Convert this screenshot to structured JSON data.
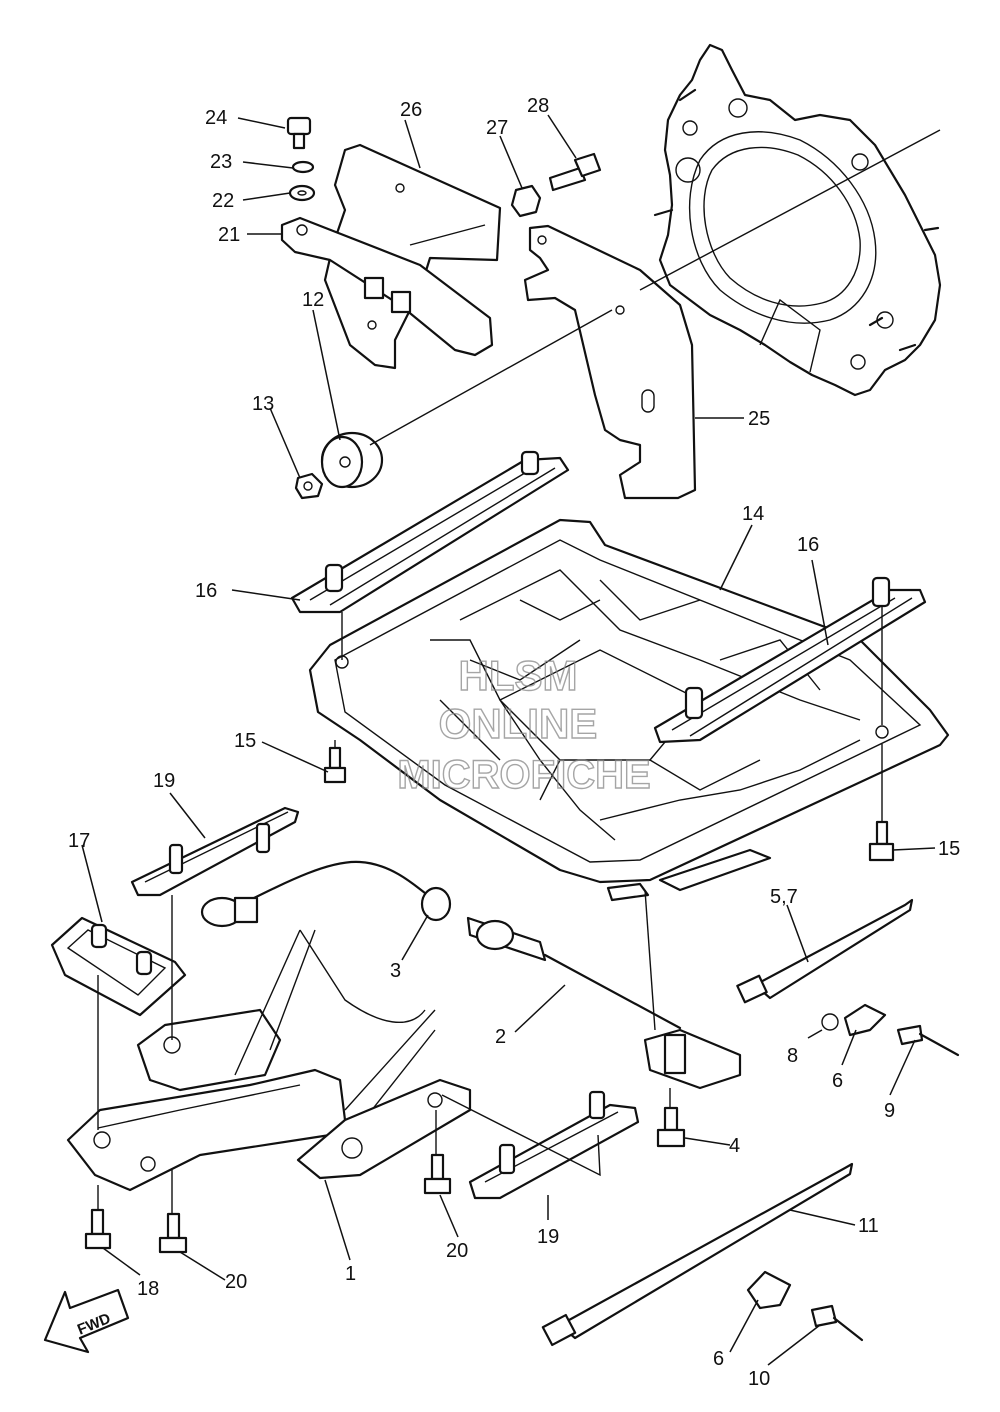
{
  "diagram": {
    "callouts": [
      {
        "id": "c24",
        "text": "24"
      },
      {
        "id": "c23",
        "text": "23"
      },
      {
        "id": "c22",
        "text": "22"
      },
      {
        "id": "c21",
        "text": "21"
      },
      {
        "id": "c26",
        "text": "26"
      },
      {
        "id": "c27",
        "text": "27"
      },
      {
        "id": "c28",
        "text": "28"
      },
      {
        "id": "c12",
        "text": "12"
      },
      {
        "id": "c13",
        "text": "13"
      },
      {
        "id": "c25",
        "text": "25"
      },
      {
        "id": "c14",
        "text": "14"
      },
      {
        "id": "c16a",
        "text": "16"
      },
      {
        "id": "c16b",
        "text": "16"
      },
      {
        "id": "c15a",
        "text": "15"
      },
      {
        "id": "c15b",
        "text": "15"
      },
      {
        "id": "c19a",
        "text": "19"
      },
      {
        "id": "c17",
        "text": "17"
      },
      {
        "id": "c3",
        "text": "3"
      },
      {
        "id": "c57",
        "text": "5,7"
      },
      {
        "id": "c2",
        "text": "2"
      },
      {
        "id": "c8",
        "text": "8"
      },
      {
        "id": "c6a",
        "text": "6"
      },
      {
        "id": "c9",
        "text": "9"
      },
      {
        "id": "c4",
        "text": "4"
      },
      {
        "id": "c11",
        "text": "11"
      },
      {
        "id": "c19b",
        "text": "19"
      },
      {
        "id": "c20a",
        "text": "20"
      },
      {
        "id": "c1",
        "text": "1"
      },
      {
        "id": "c18",
        "text": "18"
      },
      {
        "id": "c20b",
        "text": "20"
      },
      {
        "id": "c6b",
        "text": "6"
      },
      {
        "id": "c10",
        "text": "10"
      }
    ],
    "fwd_label": "FWD",
    "watermark": [
      "HLSM",
      "ONLINE",
      "MICROFICHE"
    ]
  }
}
